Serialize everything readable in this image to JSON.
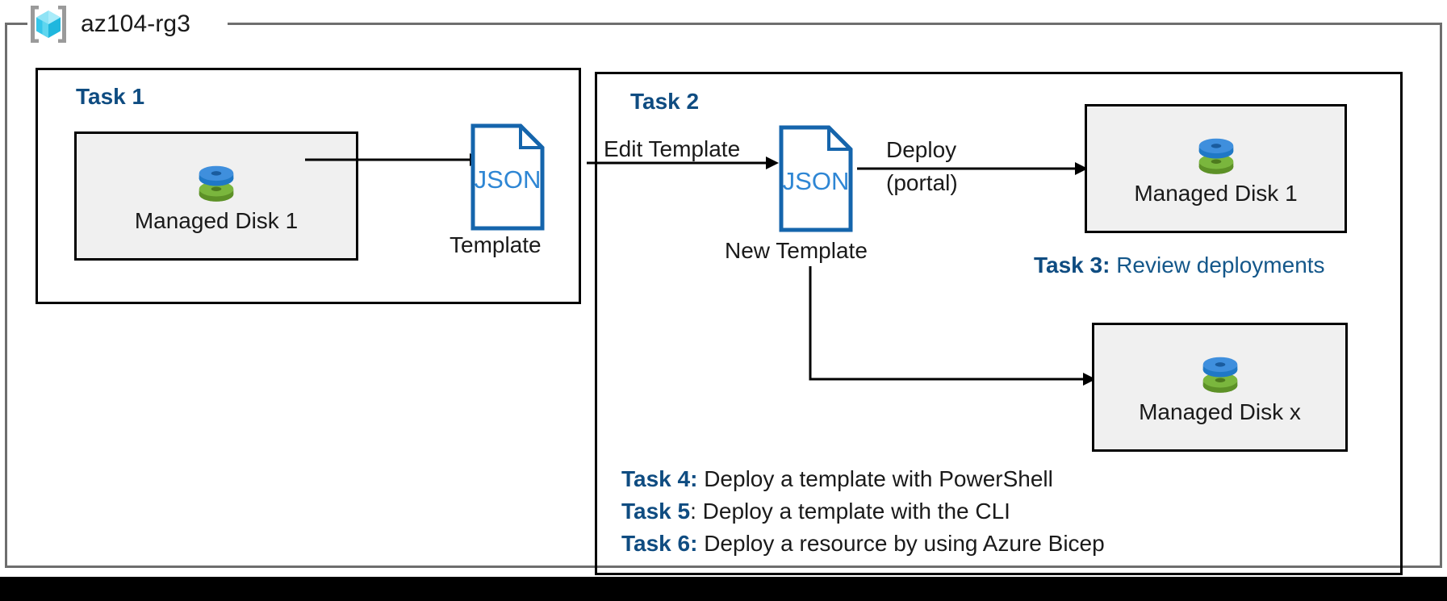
{
  "resource_group": {
    "name": "az104-rg3",
    "icon": "azure-resource-group-cube-icon"
  },
  "tasks": {
    "task1": {
      "heading": "Task 1"
    },
    "task2": {
      "heading": "Task 2"
    }
  },
  "resources": [
    {
      "id": "disk1",
      "label": "Managed Disk 1",
      "icon": "managed-disk-icon"
    },
    {
      "id": "disk1_deployed",
      "label": "Managed Disk 1",
      "icon": "managed-disk-icon"
    },
    {
      "id": "diskx",
      "label": "Managed Disk x",
      "icon": "managed-disk-icon"
    }
  ],
  "templates": [
    {
      "id": "template1",
      "file_type": "JSON",
      "caption": "Template"
    },
    {
      "id": "template2",
      "file_type": "JSON",
      "caption": "New Template"
    }
  ],
  "edges": {
    "export": {
      "label": ""
    },
    "edit": {
      "label": "Edit Template"
    },
    "deploy_line1": {
      "label": "Deploy"
    },
    "deploy_line2": {
      "label": "(portal)"
    }
  },
  "notes": [
    {
      "id": "task3",
      "key": "Task 3:",
      "value": " Review deployments"
    },
    {
      "id": "task4",
      "key": "Task 4:",
      "value": " Deploy a template with PowerShell"
    },
    {
      "id": "task5",
      "key": "Task 5",
      "value": ": Deploy a template with the CLI"
    },
    {
      "id": "task6",
      "key": "Task 6:",
      "value": " Deploy a resource by using Azure Bicep"
    }
  ],
  "colors": {
    "task_heading_blue": "#0f4c81",
    "note_value_blue": "#14578a",
    "json_blue": "#1565ac",
    "disk_blue": "#3f8fdd",
    "disk_green": "#7ab63d",
    "card_fill": "#f0f0f0",
    "frame_gray": "#6e6e6e",
    "stroke_black": "#000000"
  }
}
